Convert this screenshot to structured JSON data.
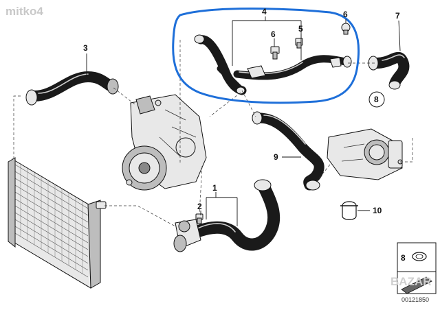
{
  "watermark": "mitko4",
  "brand_watermark": "BAZAR",
  "diagram_code": "00121850",
  "callouts": [
    "1",
    "2",
    "3",
    "4",
    "5",
    "6",
    "6",
    "7",
    "8",
    "9",
    "10",
    "8"
  ],
  "colors": {
    "highlight": "#1e6fd9",
    "hose": "#1a1a1a",
    "outline": "#111111"
  }
}
